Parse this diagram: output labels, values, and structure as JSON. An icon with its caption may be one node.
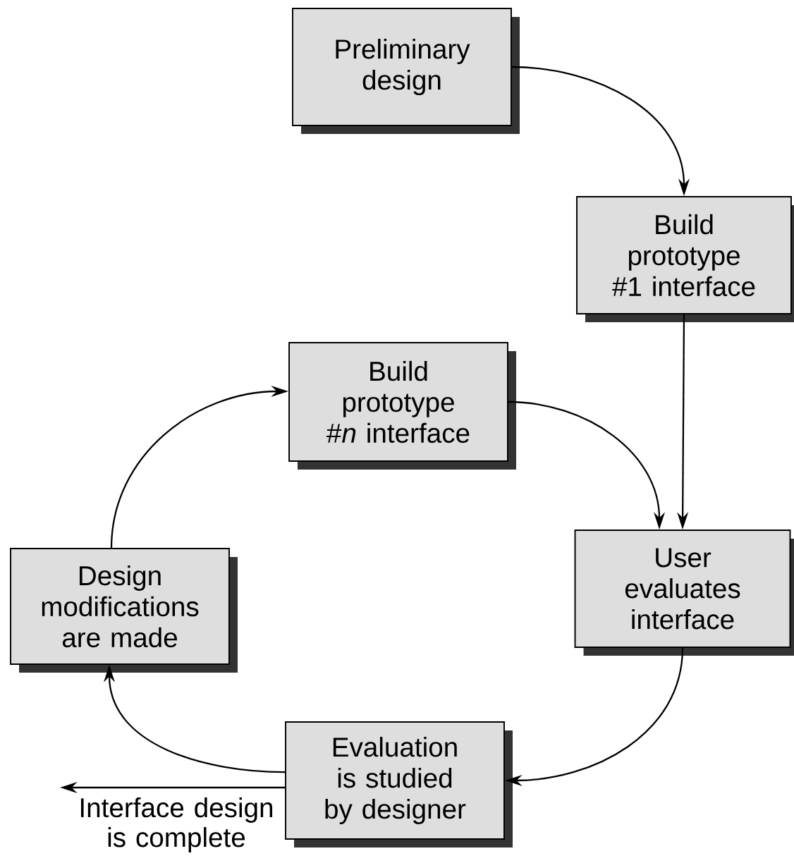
{
  "diagram": {
    "nodes": [
      {
        "text": [
          "Preliminary design"
        ]
      },
      {
        "text": [
          "Build prototype #1 interface"
        ]
      },
      {
        "text": [
          "Build prototype #*n* interface"
        ]
      },
      {
        "text": [
          "User evaluates interface"
        ]
      },
      {
        "text": [
          "Design modifications are made"
        ]
      },
      {
        "text": [
          "Evaluation is studied by designer"
        ]
      }
    ],
    "edges": [
      {
        "from": 0,
        "to": 1,
        "arrow": "to"
      },
      {
        "from": 1,
        "to": 3,
        "arrow": "to"
      },
      {
        "from": 2,
        "to": 3,
        "arrow": "to"
      },
      {
        "from": 3,
        "to": 5,
        "arrow": "to"
      },
      {
        "from": 5,
        "to": 4,
        "arrow": "to"
      },
      {
        "from": 4,
        "to": 2,
        "arrow": "to"
      },
      {
        "from": 5,
        "to": null,
        "arrow": "to",
        "label": "Interface design is complete"
      }
    ]
  }
}
